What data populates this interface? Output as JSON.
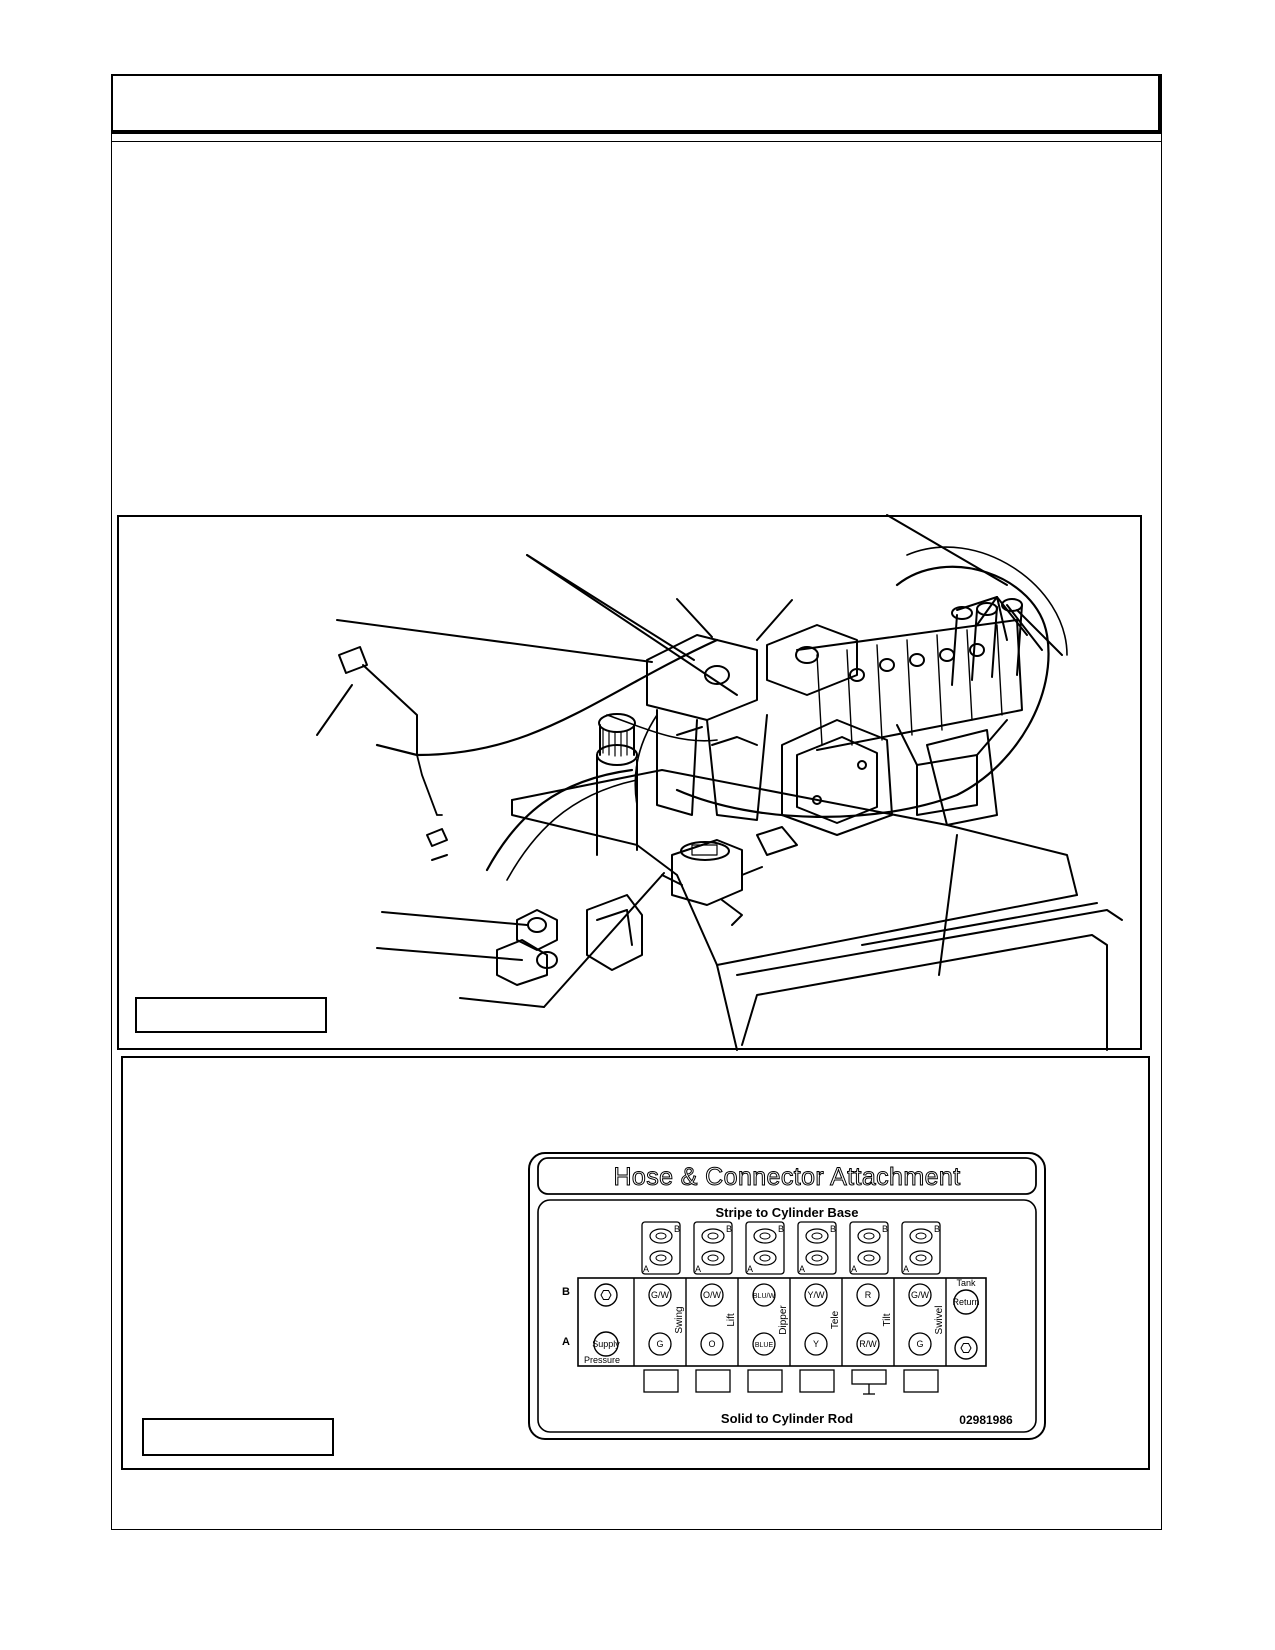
{
  "figure_2_decal": {
    "title": "Hose & Connector Attachment",
    "top_caption": "Stripe to Cylinder Base",
    "bottom_caption": "Solid to Cylinder Rod",
    "part_number": "02981986",
    "row_labels": {
      "b": "B",
      "a": "A"
    },
    "fitting_labels": {
      "b": "B",
      "a": "A"
    },
    "left_block": {
      "label_a": "Supply",
      "label_bottom": "Pressure"
    },
    "right_block": {
      "label_top": "Tank",
      "label_b": "Return"
    },
    "sections": [
      {
        "name": "Swing",
        "b": "G/W",
        "a": "G"
      },
      {
        "name": "Lift",
        "b": "O/W",
        "a": "O"
      },
      {
        "name": "Dipper",
        "b": "BLU/W",
        "a": "BLUE"
      },
      {
        "name": "Tele",
        "b": "Y/W",
        "a": "Y"
      },
      {
        "name": "Tilt",
        "b": "R",
        "a": "R/W"
      },
      {
        "name": "Swivel",
        "b": "G/W",
        "a": "G"
      }
    ]
  }
}
